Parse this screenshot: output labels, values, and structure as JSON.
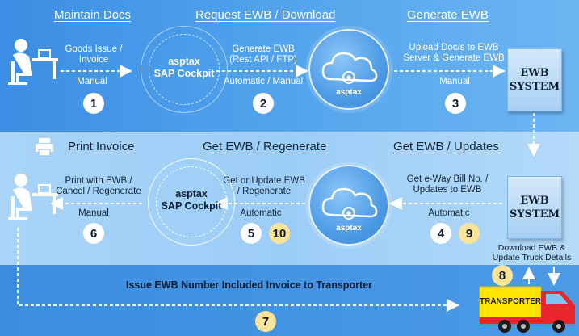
{
  "row1": {
    "headings": [
      "Maintain Docs",
      "Request EWB / Download",
      "Generate EWB"
    ],
    "step1": {
      "label_top": "Goods Issue /",
      "label_top2": "Invoice",
      "label_bottom": "Manual",
      "num": "1"
    },
    "cockpit": {
      "line1": "asptax",
      "line2": "SAP Cockpit"
    },
    "step2": {
      "label_top": "Generate EWB",
      "label_top2": "(Rest API / FTP)",
      "label_bottom": "Automatic / Manual",
      "num": "2"
    },
    "cloud_label": "asptax",
    "step3": {
      "label_top": "Upload Doc/s to EWB",
      "label_top2": "Server & Generate EWB",
      "label_bottom": "Manual",
      "num": "3"
    },
    "ewb": {
      "line1": "EWB",
      "line2": "SYSTEM"
    }
  },
  "row2": {
    "headings": [
      "Print Invoice",
      "Get EWB / Regenerate",
      "Get EWB / Updates"
    ],
    "step6": {
      "label_top": "Print with EWB /",
      "label_top2": "Cancel / Regenerate",
      "label_bottom": "Manual",
      "num": "6"
    },
    "cockpit": {
      "line1": "asptax",
      "line2": "SAP Cockpit"
    },
    "step5": {
      "label_top": "Get or Update EWB",
      "label_top2": "/ Regenerate",
      "label_bottom": "Automatic",
      "num": "5",
      "num_b": "10"
    },
    "cloud_label": "asptax",
    "step4": {
      "label_top": "Get e-Way Bill No. /",
      "label_top2": "Updates to EWB",
      "label_bottom": "Automatic",
      "num": "4",
      "num_b": "9"
    },
    "ewb": {
      "line1": "EWB",
      "line2": "SYSTEM"
    }
  },
  "row3": {
    "issue_text": "Issue EWB Number Included Invoice to Transporter",
    "num7": "7",
    "download_label": "Download EWB &",
    "download_label2": "Update Truck Details",
    "num8": "8",
    "transporter": "TRANSPORTER"
  },
  "colors": {
    "top_band": "#3b8ee3",
    "mid_band": "#a9d4f8",
    "bottom_band": "#3b8de0",
    "gold_badge": "#fbe39a",
    "truck_red": "#e8262b",
    "truck_yellow": "#ffe600"
  }
}
